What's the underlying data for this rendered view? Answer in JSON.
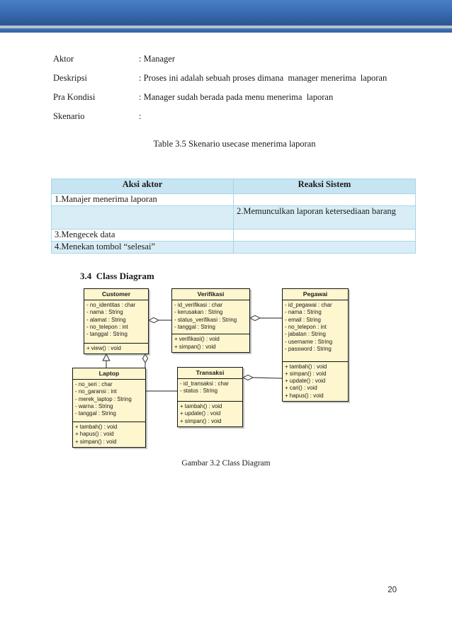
{
  "colors": {
    "banner_blue_top": "#4a80c6",
    "banner_blue_bottom": "#2b5591",
    "banner_silver": "#b9c2cc",
    "table_header_bg": "#c6e4f1",
    "table_alt_row_bg": "#d9edf6",
    "table_border": "#a6d7ea",
    "uml_box_bg": "#fdf6cf",
    "uml_border": "#141414"
  },
  "definitions": {
    "rows": [
      {
        "label": "Aktor",
        "value": ": Manager"
      },
      {
        "label": "Deskripsi",
        "value": ": Proses ini adalah sebuah proses dimana  manager menerima  laporan"
      },
      {
        "label": "Pra Kondisi",
        "value": ": Manager sudah berada pada menu menerima  laporan"
      },
      {
        "label": "Skenario",
        "value": ":"
      }
    ]
  },
  "table": {
    "caption": "Table 3.5 Skenario usecase menerima laporan",
    "headers": [
      "Aksi aktor",
      "Reaksi Sistem"
    ],
    "rows": [
      [
        "1.Manajer menerima  laporan",
        ""
      ],
      [
        "",
        "2.Memunculkan  laporan  ketersediaan barang"
      ],
      [
        "3.Mengecek  data",
        ""
      ],
      [
        "4.Menekan  tombol  “selesai”",
        ""
      ]
    ]
  },
  "section": {
    "heading": "3.4  Class Diagram"
  },
  "diagram": {
    "caption": "Gambar  3.2 Class  Diagram",
    "classes": [
      {
        "name": "Customer",
        "attributes": [
          "- no_identitas : char",
          "- nama : String",
          "- alamat : String",
          "- no_telepon : int",
          "- tanggal : String"
        ],
        "methods": [
          "+ view() : void"
        ]
      },
      {
        "name": "Verifikasi",
        "attributes": [
          "- id_verifikasi : char",
          "- kerusakan : String",
          "- status_verifikasi : String",
          "- tanggal : String"
        ],
        "methods": [
          "+ verifikasi() : void",
          "+ simpan() : void"
        ]
      },
      {
        "name": "Pegawai",
        "attributes": [
          "- id_pegawai : char",
          "- nama : String",
          "- email : String",
          "- no_telepon : int",
          "- jabatan : String",
          "- username : String",
          "- password : String"
        ],
        "methods": [
          "+ tambah() : void",
          "+ simpan() : void",
          "+ update() : void",
          "+ cari() : void",
          "+ hapus() : void"
        ]
      },
      {
        "name": "Laptop",
        "attributes": [
          "- no_seri : char",
          "- no_garansi : int",
          "- merek_laptop : String",
          "- warna : String",
          "- tanggal : String"
        ],
        "methods": [
          "+ tambah() : void",
          "+ hapus() : void",
          "+ simpan() : void"
        ]
      },
      {
        "name": "Transaksi",
        "attributes": [
          "- id_transaksi : char",
          "- status : String"
        ],
        "methods": [
          "+ tambah() : void",
          "+ update() : void",
          "+ simpan() : void"
        ]
      }
    ]
  },
  "footer": {
    "page_number": "20"
  }
}
